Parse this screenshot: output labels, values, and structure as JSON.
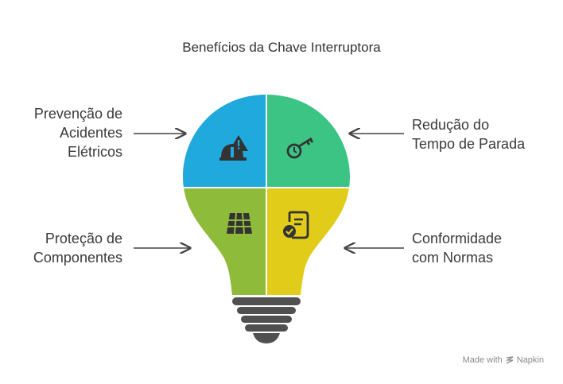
{
  "title": "Benefícios da Chave Interruptora",
  "quadrants": [
    {
      "id": "top-left",
      "label_lines": [
        "Prevenção de",
        "Acidentes",
        "Elétricos"
      ],
      "color": "#1fa9dc",
      "icon": "hard-hat-warning-icon"
    },
    {
      "id": "top-right",
      "label_lines": [
        "Redução do",
        "Tempo de Parada"
      ],
      "color": "#3cc485",
      "icon": "key-clock-icon"
    },
    {
      "id": "bottom-left",
      "label_lines": [
        "Proteção de",
        "Componentes"
      ],
      "color": "#8fbb3a",
      "icon": "solar-panel-icon"
    },
    {
      "id": "bottom-right",
      "label_lines": [
        "Conformidade",
        "com Normas"
      ],
      "color": "#e2cc1a",
      "icon": "document-check-icon"
    }
  ],
  "bulb_base_color": "#505050",
  "watermark": {
    "prefix": "Made with",
    "brand": "Napkin"
  }
}
